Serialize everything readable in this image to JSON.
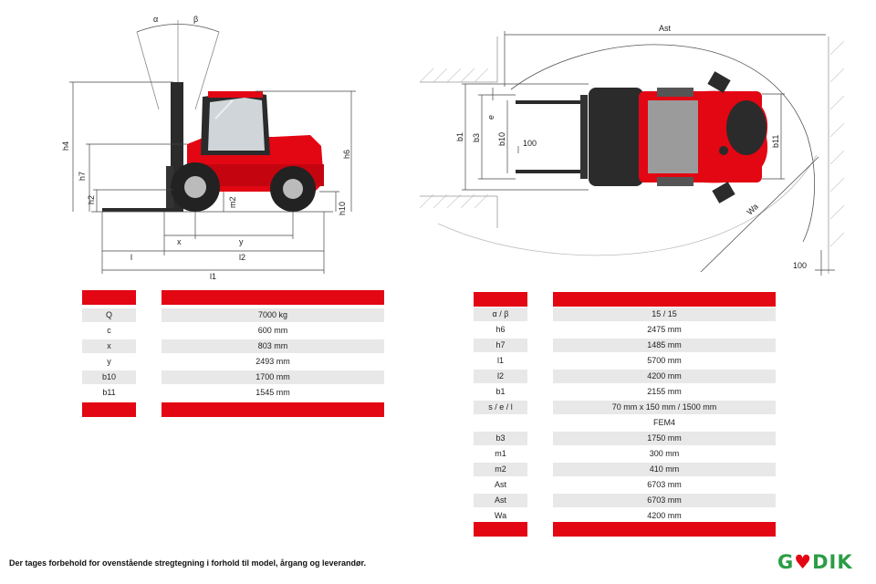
{
  "side_labels": {
    "alpha": "α",
    "beta": "β",
    "h4": "h4",
    "h7": "h7",
    "h2": "h2",
    "m2": "m2",
    "h6": "h6",
    "h10": "h10",
    "x": "x",
    "y": "y",
    "l": "l",
    "l2": "l2",
    "l1": "l1"
  },
  "top_labels": {
    "ast": "Ast",
    "b1": "b1",
    "b3": "b3",
    "e": "e",
    "b10": "b10",
    "d100": "100",
    "b11": "b11",
    "wa": "Wa",
    "d100b": "100"
  },
  "left_table": {
    "rows": [
      {
        "key": "Q",
        "value": "7000 kg"
      },
      {
        "key": "c",
        "value": "600 mm"
      },
      {
        "key": "x",
        "value": "803 mm"
      },
      {
        "key": "y",
        "value": "2493 mm"
      },
      {
        "key": "b10",
        "value": "1700 mm"
      },
      {
        "key": "b11",
        "value": "1545 mm"
      }
    ]
  },
  "right_table": {
    "rows": [
      {
        "key": "α / β",
        "value": "15 / 15"
      },
      {
        "key": "h6",
        "value": "2475 mm"
      },
      {
        "key": "h7",
        "value": "1485 mm"
      },
      {
        "key": "l1",
        "value": "5700 mm"
      },
      {
        "key": "l2",
        "value": "4200 mm"
      },
      {
        "key": "b1",
        "value": "2155 mm"
      },
      {
        "key": "s / e / l",
        "value": "70 mm x 150 mm / 1500 mm"
      },
      {
        "key": "",
        "value": "FEM4"
      },
      {
        "key": "b3",
        "value": "1750 mm"
      },
      {
        "key": "m1",
        "value": "300 mm"
      },
      {
        "key": "m2",
        "value": "410 mm"
      },
      {
        "key": "Ast",
        "value": "6703 mm"
      },
      {
        "key": "Ast",
        "value": "6703 mm"
      },
      {
        "key": "Wa",
        "value": "4200 mm"
      }
    ]
  },
  "footer": {
    "disclaimer": "Der tages forbehold for ovenstående stregtegning i forhold til model, årgang og leverandør.",
    "logo_a": "G",
    "logo_heart": "♥",
    "logo_b": "DIK"
  },
  "colors": {
    "accent": "#e30613",
    "brand": "#2a9d45"
  }
}
